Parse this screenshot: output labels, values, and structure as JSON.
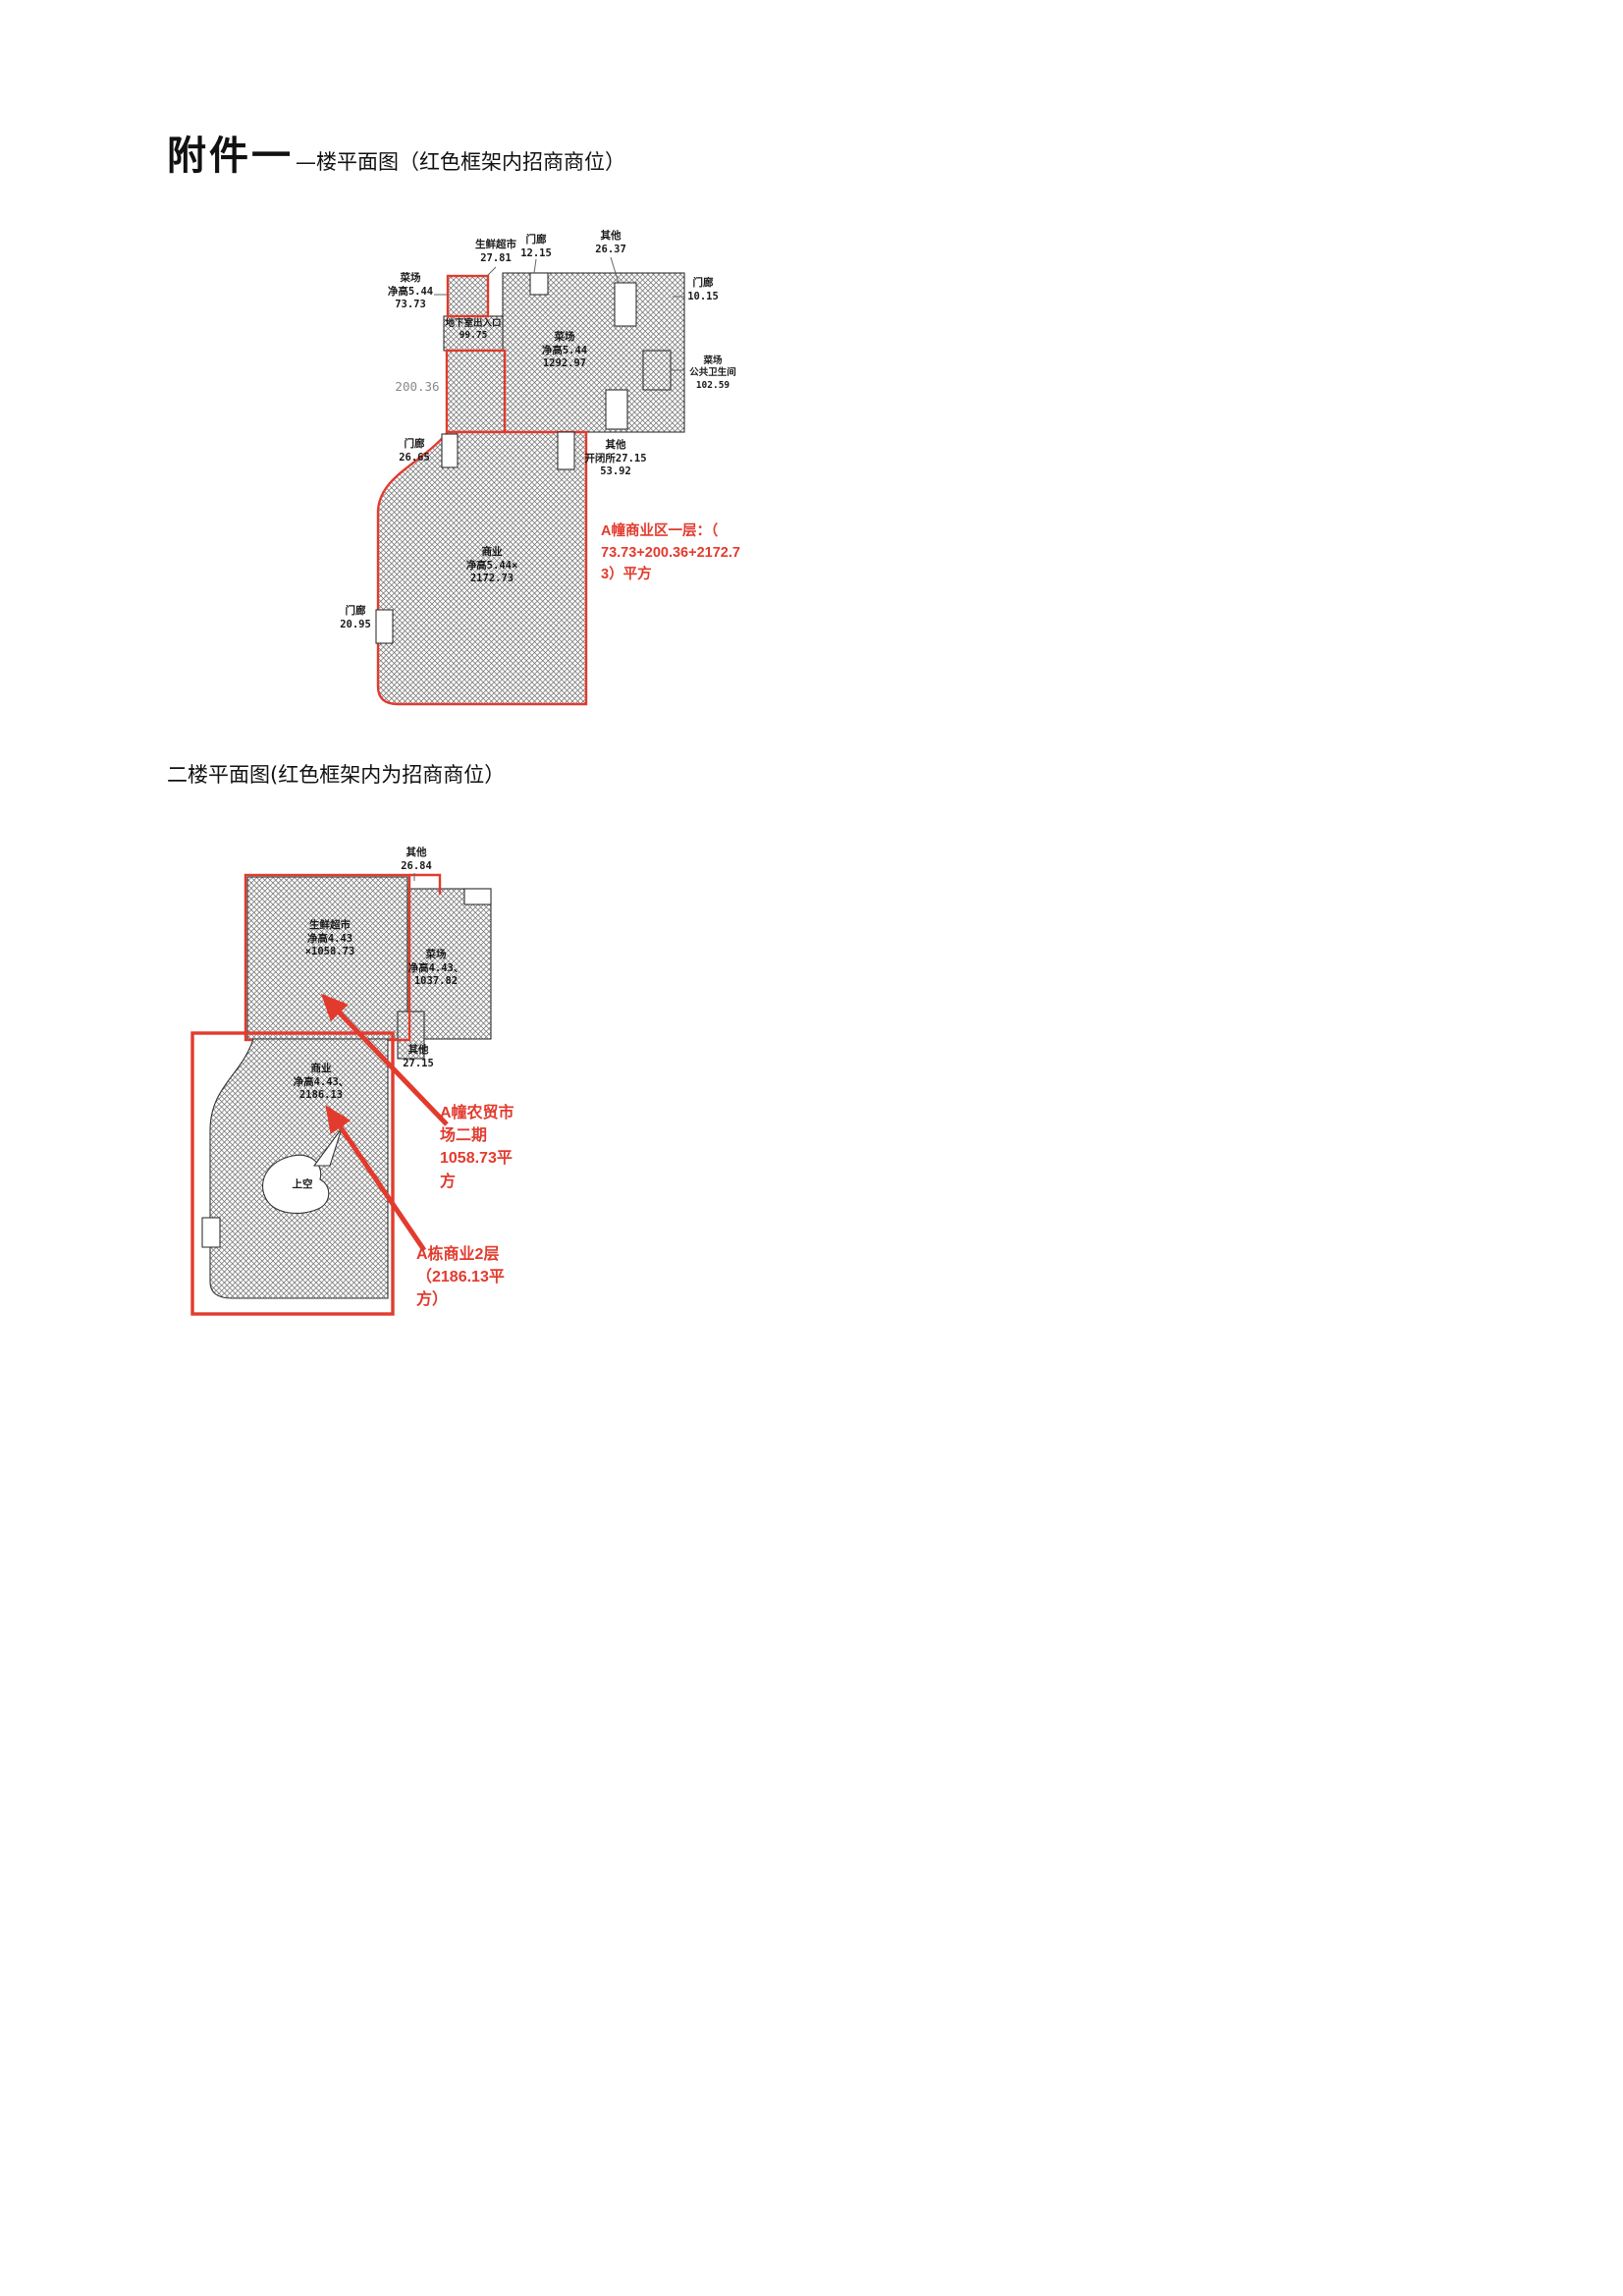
{
  "colors": {
    "red": "#e23b2e",
    "ink": "#222222",
    "dim": "#8a8a8a"
  },
  "header": {
    "attachment": "附件一",
    "plan1_title": "—楼平面图（红色框架内招商商位）",
    "plan2_title": "二楼平面图(红色框架内为招商商位）"
  },
  "plan1": {
    "labels": {
      "fresh_market": "生鲜超市\n27.81",
      "porch_top": "门廊\n12.15",
      "other_top": "其他\n26.37",
      "porch_right": "门廊\n10.15",
      "market_small": "菜场\n净高5.44\n73.73",
      "basement_entrance": "地下室出入口\n99.75",
      "market_main": "菜场\n净高5.44\n1292.97",
      "public_toilet": "菜场\n公共卫生间\n102.59",
      "area_200": "200.36",
      "porch_left": "门廊\n26.65",
      "other_switch": "其他\n开闭所27.15\n53.92",
      "business_main": "商业\n净高5.44×\n2172.73",
      "porch_bottom": "门廊\n20.95",
      "note": "A幢商业区一层：（\n73.73+200.36+2172.7\n3）平方"
    }
  },
  "plan2": {
    "labels": {
      "other_top": "其他\n26.84",
      "fresh_market": "生鲜超市\n净高4.43\n×1058.73",
      "market": "菜场\n净高4.43、\n1037.82",
      "other_mid": "其他\n27.15",
      "business": "商业\n净高4.43、\n2186.13",
      "void": "上空",
      "note_market": "A幢农贸市\n场二期\n1058.73平\n方",
      "note_business": "A栋商业2层\n（2186.13平\n方）"
    }
  }
}
